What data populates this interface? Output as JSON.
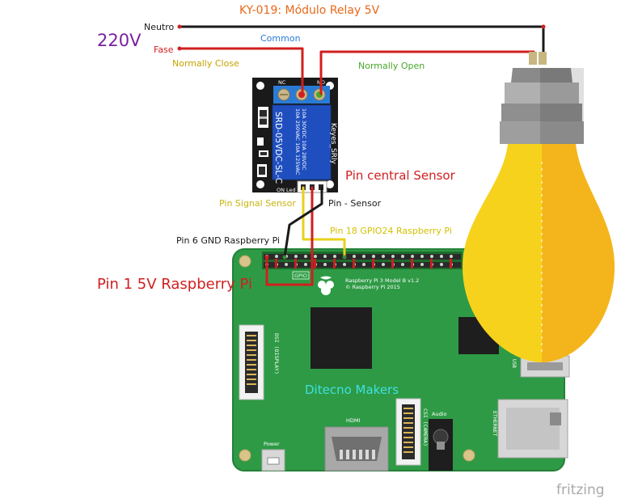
{
  "diagram": {
    "title": "KY-019: Módulo Relay 5V",
    "voltage": "220V",
    "labels": {
      "neutro": "Neutro",
      "fase": "Fase",
      "common": "Common",
      "normally_close": "Normally Close",
      "normally_open": "Normally Open",
      "pin_central_sensor": "Pin central Sensor",
      "pin_signal_sensor": "Pin Signal Sensor",
      "pin_minus_sensor": "Pin - Sensor",
      "pin18": "Pin 18 GPIO24 Raspberry Pi",
      "pin6": "Pin 6 GND Raspberry Pi",
      "pin1": "Pin 1 5V Raspberry Pi",
      "ditecno": "Ditecno Makers",
      "fritzing": "fritzing"
    },
    "relay": {
      "nc": "NC",
      "no": "NO",
      "model": "SRD-05VDC-SL-C",
      "spec1": "10A 250VAC  10A 125VAC",
      "spec2": "10A 30VDC  10A 28VDC",
      "brand": "Keyes_SRly",
      "on_led": "ON Led",
      "s": "S"
    },
    "board": {
      "model": "Raspberry Pi 3 Model B v1.2",
      "copyright": "© Raspberry Pi 2015",
      "gpio": "GPIO",
      "dsi": "DSI (DISPLAY)",
      "csi": "CSI (CAMERA)",
      "hdmi": "HDMI",
      "audio": "Audio",
      "power": "Power",
      "ethernet": "ETHERNET",
      "usb": "USB"
    },
    "colors": {
      "wire_red": "#d11f1f",
      "wire_black": "#1a1a1a",
      "wire_yellow": "#e8d11a",
      "board_green": "#2e9a45",
      "relay_blue": "#1f4fbf",
      "bulb_yellow": "#f7d21c",
      "title_orange": "#e8681a",
      "common_blue": "#2a7bd6",
      "nc_olive": "#c4a400",
      "no_green": "#4aa82a",
      "purple": "#7a1fa0"
    }
  }
}
